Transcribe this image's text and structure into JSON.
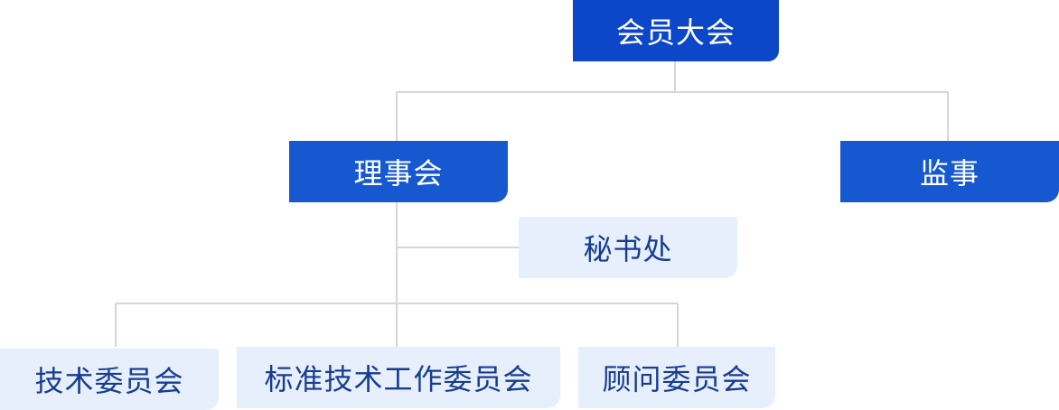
{
  "org_chart": {
    "root": "会员大会",
    "council": "理事会",
    "supervisor": "监事",
    "secretariat": "秘书处",
    "committees": [
      "技术委员会",
      "标准技术工作委员会",
      "顾问委员会"
    ]
  },
  "colors": {
    "primary": "#1558d0",
    "primary_dark": "#0b47c8",
    "light": "#e7effd",
    "light_text": "#163d91",
    "connector": "#d6d6d6"
  }
}
